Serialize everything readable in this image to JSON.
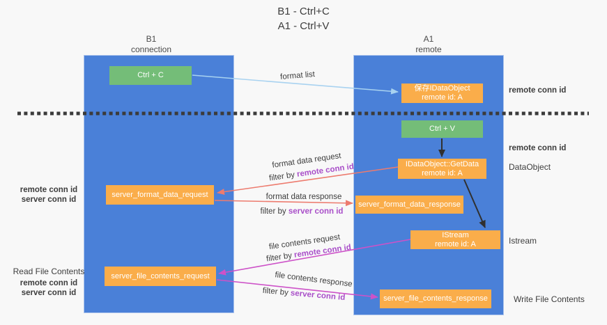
{
  "title": {
    "line1": "B1 - Ctrl+C",
    "line2": "A1 - Ctrl+V"
  },
  "lanes": {
    "left": {
      "name": "B1",
      "role": "connection"
    },
    "right": {
      "name": "A1",
      "role": "remote"
    }
  },
  "nodes": {
    "ctrl_c": {
      "label": "Ctrl + C"
    },
    "ctrl_v": {
      "label": "Ctrl + V"
    },
    "save_dataobject": {
      "line1": "保存IDataObject",
      "line2": "remote id: A"
    },
    "getdata": {
      "line1": "IDataObject::GetData",
      "line2": "remote id: A"
    },
    "istream": {
      "line1": "IStream",
      "line2": "remote id: A"
    },
    "server_format_data_request": {
      "label": "server_format_data_request"
    },
    "server_format_data_response": {
      "label": "server_format_data_response"
    },
    "server_file_contents_request": {
      "label": "server_file_contents_request"
    },
    "server_file_contents_response": {
      "label": "server_file_contents_response"
    }
  },
  "arrow_labels": {
    "format_list": "format list",
    "format_data_request": "format data request",
    "format_data_response": "format data response",
    "file_contents_request": "file contents request",
    "file_contents_response": "file contents response",
    "filter_by": "filter by",
    "remote_conn_id": "remote conn id",
    "server_conn_id": "server conn id"
  },
  "side_labels": {
    "right": {
      "remote_conn_id_top": "remote conn id",
      "remote_conn_id_mid": "remote conn id",
      "dataobject": "DataObject",
      "istream": "Istream",
      "write_file_contents": "Write File Contents"
    },
    "left": {
      "remote_conn_id_1": "remote conn id",
      "server_conn_id_1": "server conn id",
      "read_file_contents": "Read File Contents",
      "remote_conn_id_2": "remote conn id",
      "server_conn_id_2": "server conn id"
    }
  },
  "colors": {
    "lane_blue": "#4a80d8",
    "box_orange": "#faad4a",
    "box_green": "#74bd78",
    "purple_text": "#a94fc9",
    "green_text": "#58b158",
    "salmon_arrow": "#ed7b6e",
    "magenta_arrow": "#cd52c8",
    "lightblue_arrow": "#a8d2f0",
    "black_arrow": "#303030",
    "background": "#f8f8f8"
  }
}
